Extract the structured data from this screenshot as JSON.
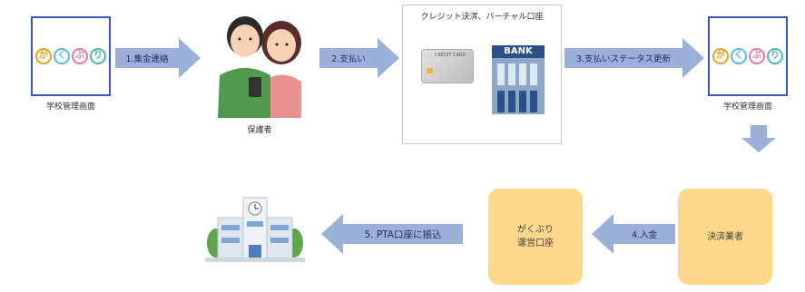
{
  "logo": {
    "chars": [
      "が",
      "く",
      "ぶ",
      "り"
    ],
    "colors": [
      "#e9a41f",
      "#5cb7e6",
      "#e27aa5",
      "#4db8ad"
    ]
  },
  "left_admin": {
    "caption": "学校管理画面"
  },
  "right_admin": {
    "caption": "学校管理画面"
  },
  "guardian": {
    "caption": "保護者"
  },
  "payment": {
    "title": "クレジット決済、バーチャル口座",
    "card_text": "CREDIT CARD",
    "bank_text": "BANK"
  },
  "arrows": {
    "step1": "1.集金連絡",
    "step2": "2.支払い",
    "step3": "3.支払いステータス更新",
    "step4": "4.入金",
    "step5": "5. PTA口座に振込"
  },
  "boxes": {
    "gakupuri_account": "がくぶり\n運営口座",
    "settlement": "決済業者"
  },
  "colors": {
    "arrow": "#9ab0d8",
    "admin_border": "#3a55c4",
    "orange": "#fdd88a"
  }
}
